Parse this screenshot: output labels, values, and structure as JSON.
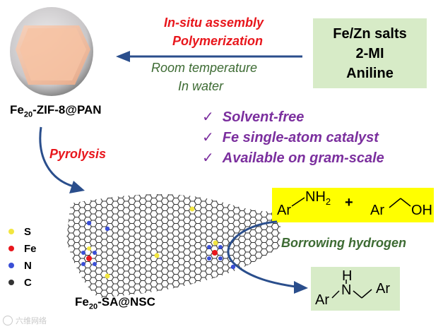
{
  "steps": {
    "assembly_line1": "In-situ assembly",
    "assembly_line2": "Polymerization",
    "condition_line1": "Room temperature",
    "condition_line2": "In water",
    "pyrolysis": "Pyrolysis",
    "borrowing": "Borrowing hydrogen"
  },
  "reagents": {
    "line1": "Fe/Zn salts",
    "line2": "2-MI",
    "line3": "Aniline"
  },
  "materials": {
    "precursor_prefix": "Fe",
    "precursor_sub": "20",
    "precursor_suffix": "-ZIF-8@PAN",
    "catalyst_prefix": "Fe",
    "catalyst_sub": "20",
    "catalyst_suffix": "-SA@NSC"
  },
  "features": [
    "Solvent-free",
    "Fe single-atom catalyst",
    "Available on gram-scale"
  ],
  "checkmark": "✓",
  "legend": [
    {
      "label": "S",
      "color": "#f2e640"
    },
    {
      "label": "Fe",
      "color": "#e8161c"
    },
    {
      "label": "N",
      "color": "#3a4fd6"
    },
    {
      "label": "C",
      "color": "#333333"
    }
  ],
  "reaction": {
    "ar": "Ar",
    "nh2_N": "NH",
    "nh2_sub": "2",
    "plus": "+",
    "oh": "OH",
    "product_h": "H",
    "product_n": "N"
  },
  "watermark": "六维网络",
  "colors": {
    "arrow": "#2a4e8c",
    "highlight_yellow": "#ffff00",
    "green_box": "#d7ebc7",
    "octahedron": "#f5c3a6"
  }
}
